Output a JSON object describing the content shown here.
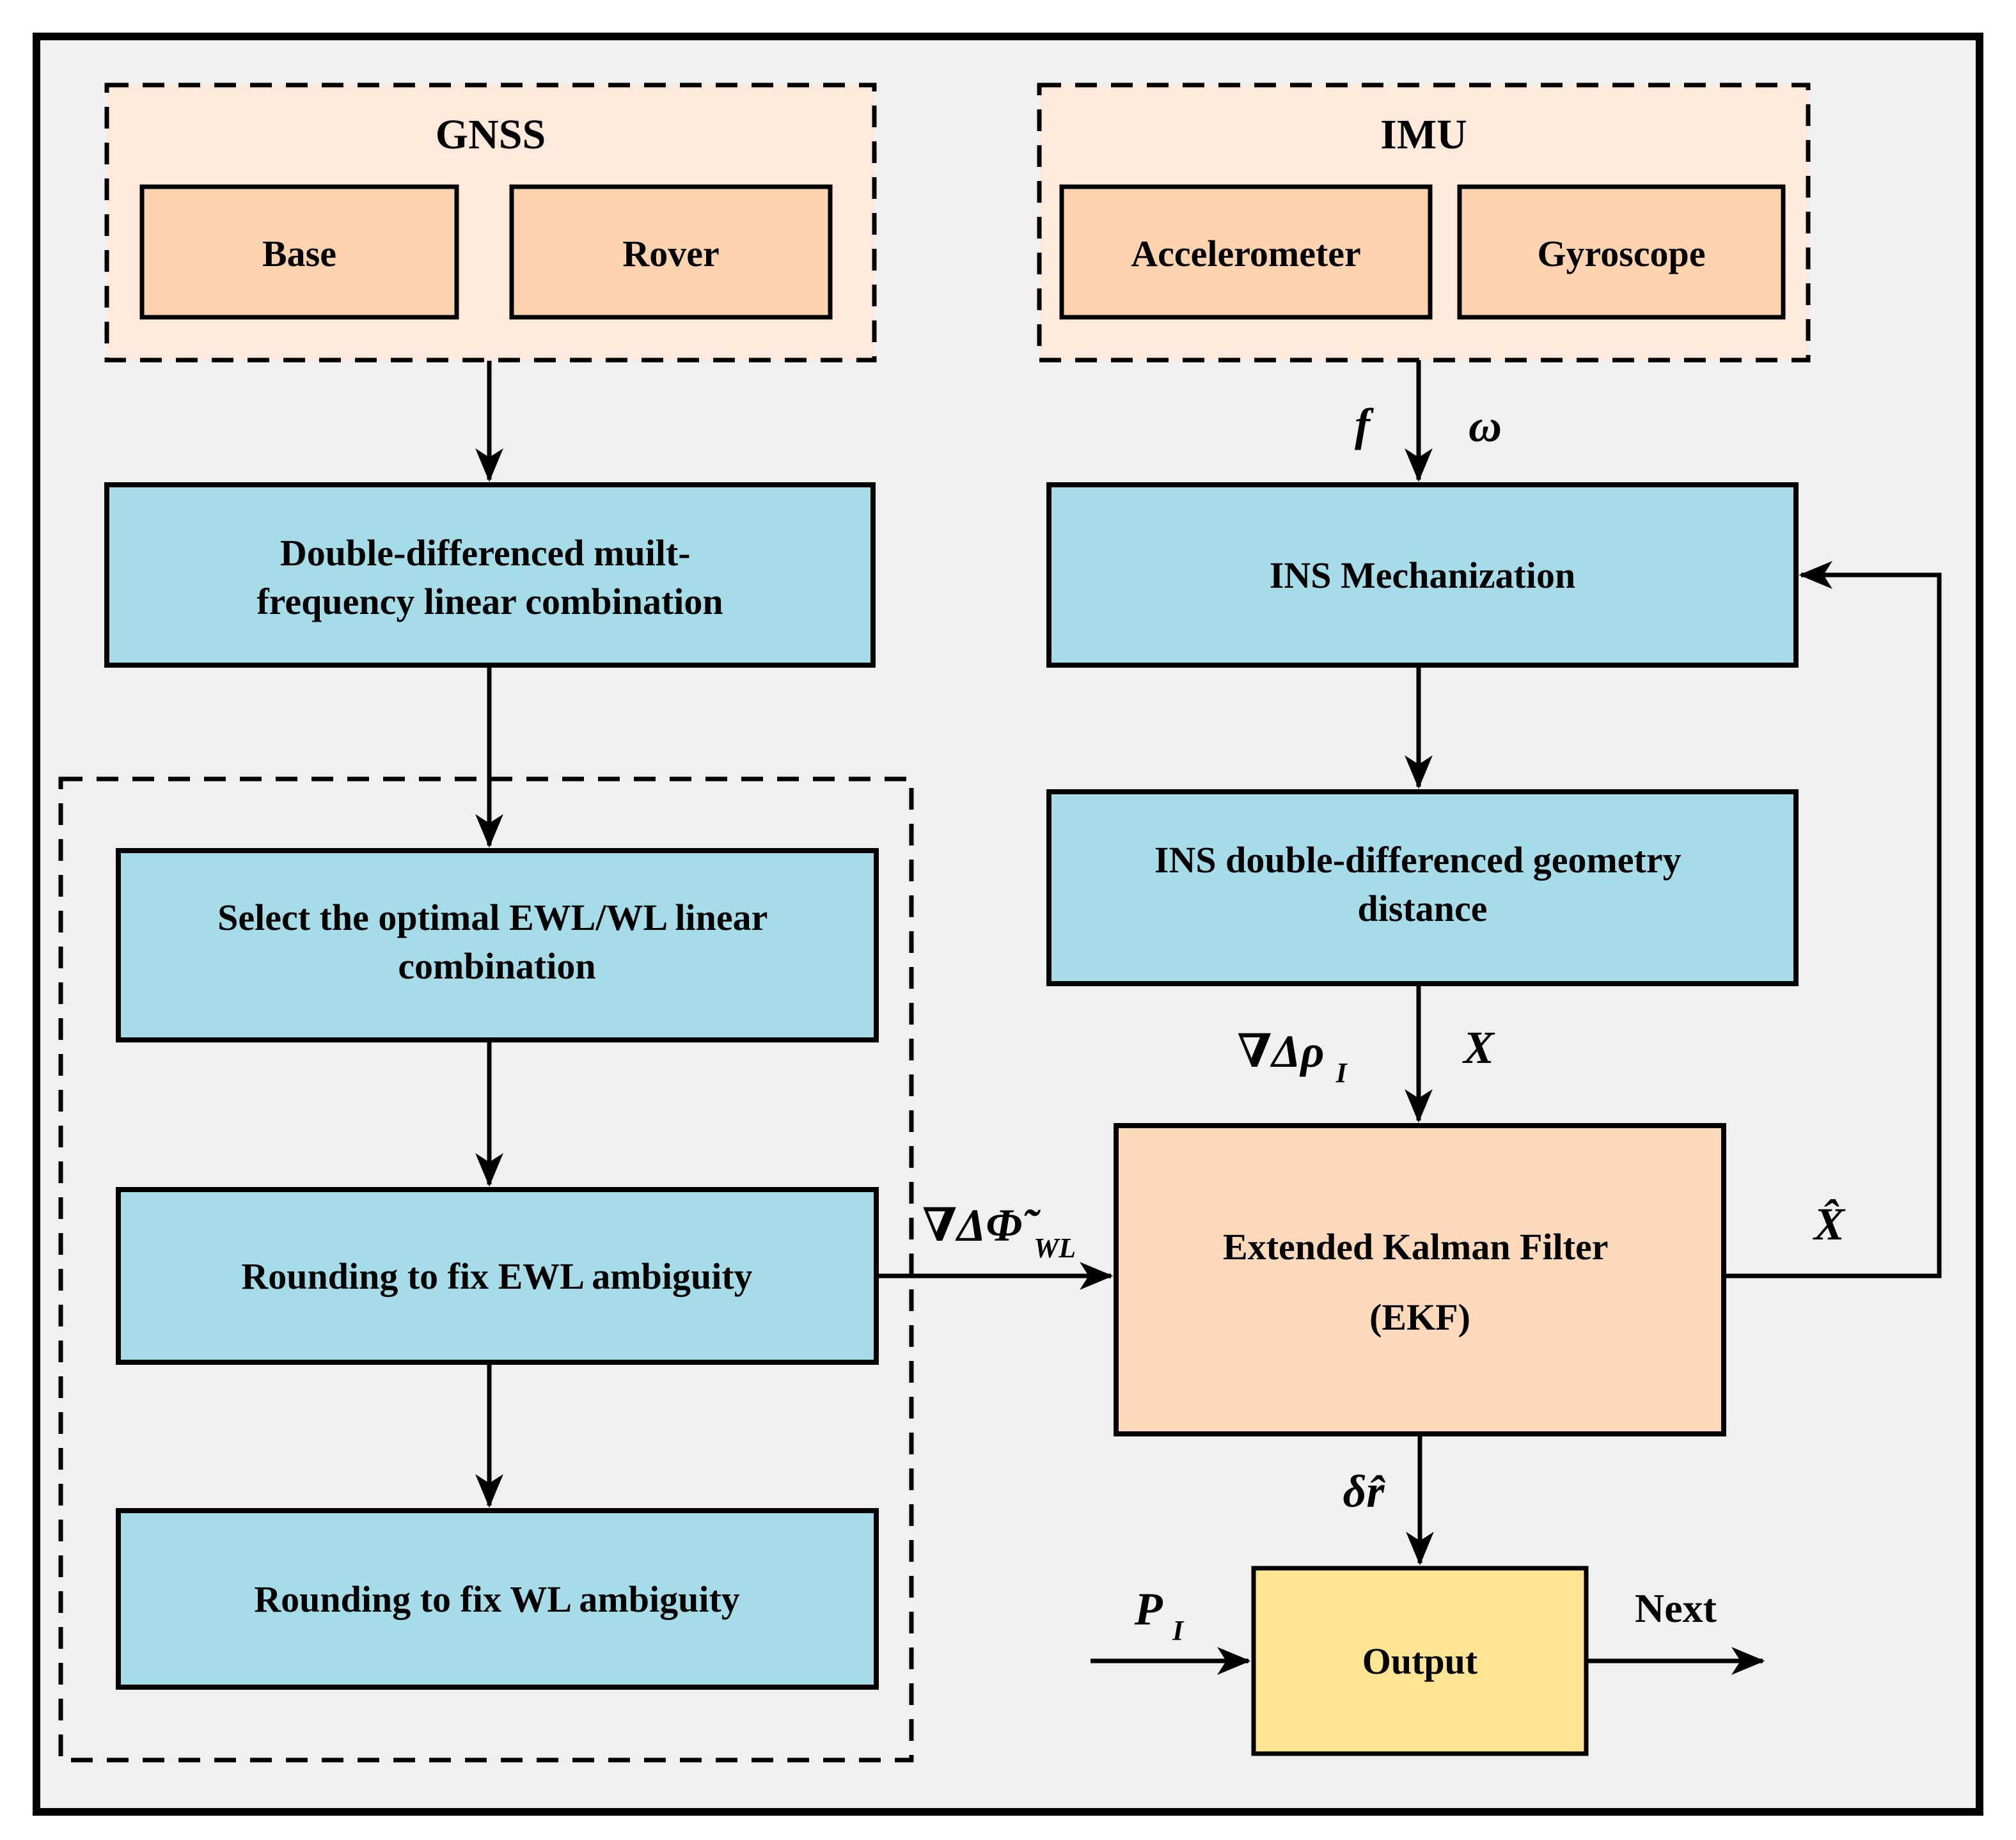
{
  "diagram": {
    "gnss": {
      "title": "GNSS",
      "base": "Base",
      "rover": "Rover"
    },
    "imu": {
      "title": "IMU",
      "accelerometer": "Accelerometer",
      "gyroscope": "Gyroscope"
    },
    "boxes": {
      "dd_combination": {
        "line1": "Double-differenced muilt-",
        "line2": "frequency linear combination"
      },
      "ins_mechanization": {
        "label": "INS Mechanization"
      },
      "ins_dd_geometry": {
        "line1": "INS double-differenced geometry",
        "line2": "distance"
      },
      "select_ewl": {
        "line1": "Select the optimal EWL/WL linear",
        "line2": "combination"
      },
      "round_ewl": {
        "label": "Rounding to fix EWL ambiguity"
      },
      "round_wl": {
        "label": "Rounding to fix WL ambiguity"
      },
      "ekf": {
        "line1": "Extended Kalman Filter",
        "line2": "(EKF)"
      },
      "output": {
        "label": "Output"
      }
    },
    "labels": {
      "f": "f",
      "omega": "ω",
      "grad_rho_main": "∇Δρ",
      "grad_rho_sub": "I",
      "x": "X",
      "grad_phi_main": "∇ΔΦ̃",
      "grad_phi_sub": "WL",
      "x_hat": "X̂",
      "delta_r_hat": "δr̂",
      "p_main": "P",
      "p_sub": "I",
      "next": "Next"
    },
    "colors": {
      "background": "#f0f0f1",
      "container_fill": "#fee9da",
      "sensor_fill": "#fdd3b0",
      "process_fill": "#a6dbe8",
      "ekf_fill": "#fcd9ba",
      "output_fill": "#ffe494"
    }
  }
}
